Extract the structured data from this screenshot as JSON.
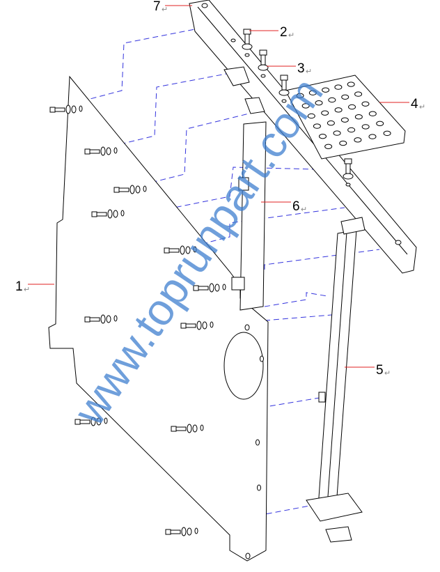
{
  "diagram": {
    "callouts": [
      {
        "number": "1",
        "part": "panel"
      },
      {
        "number": "2",
        "part": "bolt"
      },
      {
        "number": "3",
        "part": "washer"
      },
      {
        "number": "4",
        "part": "step-plate"
      },
      {
        "number": "5",
        "part": "support-column"
      },
      {
        "number": "6",
        "part": "vertical-bracket"
      },
      {
        "number": "7",
        "part": "rail-beam"
      }
    ],
    "return_mark": "↵",
    "watermark": "www.toprunpart.com",
    "colors": {
      "outline": "#000000",
      "leader": "#e02020",
      "dashed": "#3333dd",
      "watermark": "#3f7fcf"
    }
  }
}
